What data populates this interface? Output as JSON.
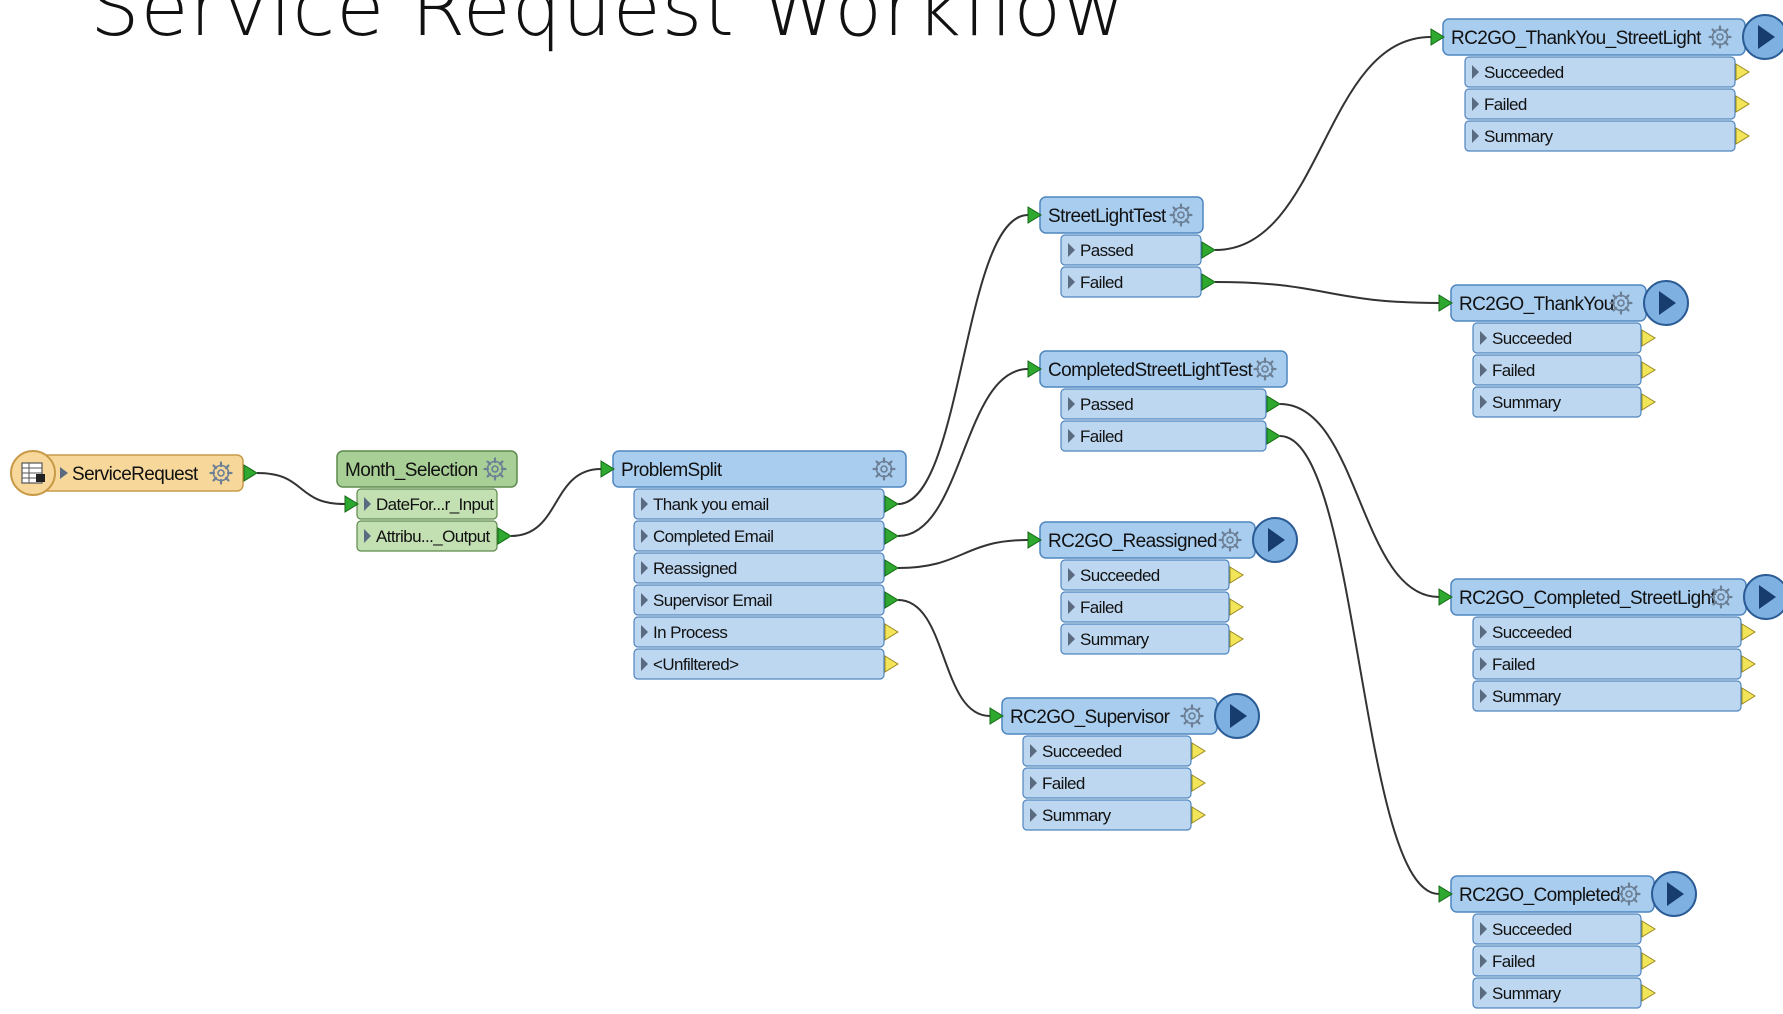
{
  "title": "Service Request Workflow",
  "colors": {
    "reader_fill": "#f7d89a",
    "reader_stroke": "#c89a48",
    "green_fill": "#a8cf95",
    "green_stroke": "#5c8a4c",
    "blue_fill": "#a9cdef",
    "blue_stroke": "#4f86bf",
    "port_fill": "#bdd7f1",
    "connector_out": "#2ea82e",
    "connector_unused": "#f3e55a"
  },
  "diagram": {
    "nodes": [
      {
        "id": "service_request",
        "label": "ServiceRequest",
        "kind": "reader",
        "icon": "table-icon",
        "gear": true,
        "run": false,
        "in_port": false,
        "out_port": true,
        "ports": []
      },
      {
        "id": "month_selection",
        "label": "Month_Selection",
        "kind": "custom",
        "gear": true,
        "run": false,
        "in_port": false,
        "out_port": false,
        "ports": [
          {
            "label": "DateFor...r_Input",
            "dir": "in"
          },
          {
            "label": "Attribu..._Output",
            "dir": "out",
            "state": "connected"
          }
        ]
      },
      {
        "id": "problem_split",
        "label": "ProblemSplit",
        "kind": "transformer",
        "gear": true,
        "run": false,
        "in_port": true,
        "out_port": false,
        "ports": [
          {
            "label": "Thank you email",
            "dir": "out",
            "state": "connected"
          },
          {
            "label": "Completed Email",
            "dir": "out",
            "state": "connected"
          },
          {
            "label": "Reassigned",
            "dir": "out",
            "state": "connected"
          },
          {
            "label": "Supervisor Email",
            "dir": "out",
            "state": "connected"
          },
          {
            "label": "In Process",
            "dir": "out",
            "state": "unused"
          },
          {
            "label": "<Unfiltered>",
            "dir": "out",
            "state": "unused"
          }
        ]
      },
      {
        "id": "streetlight_test",
        "label": "StreetLightTest",
        "kind": "transformer",
        "gear": true,
        "run": false,
        "in_port": true,
        "out_port": false,
        "ports": [
          {
            "label": "Passed",
            "dir": "out",
            "state": "connected"
          },
          {
            "label": "Failed",
            "dir": "out",
            "state": "connected"
          }
        ]
      },
      {
        "id": "completed_streetlight_test",
        "label": "CompletedStreetLightTest",
        "kind": "transformer",
        "gear": true,
        "run": false,
        "in_port": true,
        "out_port": false,
        "ports": [
          {
            "label": "Passed",
            "dir": "out",
            "state": "connected"
          },
          {
            "label": "Failed",
            "dir": "out",
            "state": "connected"
          }
        ]
      },
      {
        "id": "rc2go_reassigned",
        "label": "RC2GO_Reassigned",
        "kind": "transformer",
        "gear": true,
        "run": true,
        "in_port": true,
        "out_port": false,
        "ports": [
          {
            "label": "Succeeded",
            "dir": "out",
            "state": "unused"
          },
          {
            "label": "Failed",
            "dir": "out",
            "state": "unused"
          },
          {
            "label": "Summary",
            "dir": "out",
            "state": "unused"
          }
        ]
      },
      {
        "id": "rc2go_supervisor",
        "label": "RC2GO_Supervisor",
        "kind": "transformer",
        "gear": true,
        "run": true,
        "in_port": true,
        "out_port": false,
        "ports": [
          {
            "label": "Succeeded",
            "dir": "out",
            "state": "unused"
          },
          {
            "label": "Failed",
            "dir": "out",
            "state": "unused"
          },
          {
            "label": "Summary",
            "dir": "out",
            "state": "unused"
          }
        ]
      },
      {
        "id": "rc2go_thankyou_streetlight",
        "label": "RC2GO_ThankYou_StreetLight",
        "kind": "transformer",
        "gear": true,
        "run": true,
        "in_port": true,
        "out_port": false,
        "ports": [
          {
            "label": "Succeeded",
            "dir": "out",
            "state": "unused"
          },
          {
            "label": "Failed",
            "dir": "out",
            "state": "unused"
          },
          {
            "label": "Summary",
            "dir": "out",
            "state": "unused"
          }
        ]
      },
      {
        "id": "rc2go_thankyou",
        "label": "RC2GO_ThankYou",
        "kind": "transformer",
        "gear": true,
        "run": true,
        "in_port": true,
        "out_port": false,
        "ports": [
          {
            "label": "Succeeded",
            "dir": "out",
            "state": "unused"
          },
          {
            "label": "Failed",
            "dir": "out",
            "state": "unused"
          },
          {
            "label": "Summary",
            "dir": "out",
            "state": "unused"
          }
        ]
      },
      {
        "id": "rc2go_completed_streetlight",
        "label": "RC2GO_Completed_StreetLight",
        "kind": "transformer",
        "gear": true,
        "run": true,
        "in_port": true,
        "out_port": false,
        "ports": [
          {
            "label": "Succeeded",
            "dir": "out",
            "state": "unused"
          },
          {
            "label": "Failed",
            "dir": "out",
            "state": "unused"
          },
          {
            "label": "Summary",
            "dir": "out",
            "state": "unused"
          }
        ]
      },
      {
        "id": "rc2go_completed",
        "label": "RC2GO_Completed",
        "kind": "transformer",
        "gear": true,
        "run": true,
        "in_port": true,
        "out_port": false,
        "ports": [
          {
            "label": "Succeeded",
            "dir": "out",
            "state": "unused"
          },
          {
            "label": "Failed",
            "dir": "out",
            "state": "unused"
          },
          {
            "label": "Summary",
            "dir": "out",
            "state": "unused"
          }
        ]
      }
    ],
    "connections": [
      {
        "from": "service_request",
        "from_port": null,
        "to": "month_selection",
        "to_port": 0
      },
      {
        "from": "month_selection",
        "from_port": 1,
        "to": "problem_split",
        "to_port": null
      },
      {
        "from": "problem_split",
        "from_port": 0,
        "to": "streetlight_test",
        "to_port": null
      },
      {
        "from": "problem_split",
        "from_port": 1,
        "to": "completed_streetlight_test",
        "to_port": null
      },
      {
        "from": "problem_split",
        "from_port": 2,
        "to": "rc2go_reassigned",
        "to_port": null
      },
      {
        "from": "problem_split",
        "from_port": 3,
        "to": "rc2go_supervisor",
        "to_port": null
      },
      {
        "from": "streetlight_test",
        "from_port": 0,
        "to": "rc2go_thankyou_streetlight",
        "to_port": null
      },
      {
        "from": "streetlight_test",
        "from_port": 1,
        "to": "rc2go_thankyou",
        "to_port": null
      },
      {
        "from": "completed_streetlight_test",
        "from_port": 0,
        "to": "rc2go_completed_streetlight",
        "to_port": null
      },
      {
        "from": "completed_streetlight_test",
        "from_port": 1,
        "to": "rc2go_completed",
        "to_port": null
      }
    ]
  }
}
